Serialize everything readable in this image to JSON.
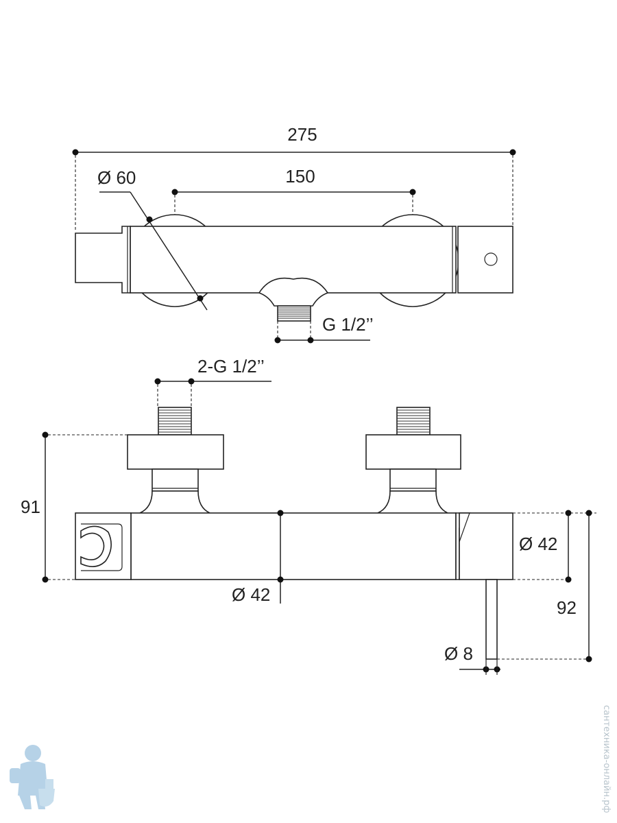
{
  "dimensions": {
    "overall_length": "275",
    "inlet_diameter": "Ø 60",
    "center_distance": "150",
    "outlet_thread": "G 1/2’’",
    "inlet_threads": "2-G 1/2’’",
    "height_to_inlet": "91",
    "body_diameter_center": "Ø 42",
    "body_diameter_right": "Ø 42",
    "total_height_right": "92",
    "pin_diameter": "Ø 8"
  },
  "watermark": "сантехника-онлайн.рф",
  "colors": {
    "line": "#222222",
    "logo": "#9ec4e0",
    "background": "#ffffff"
  }
}
